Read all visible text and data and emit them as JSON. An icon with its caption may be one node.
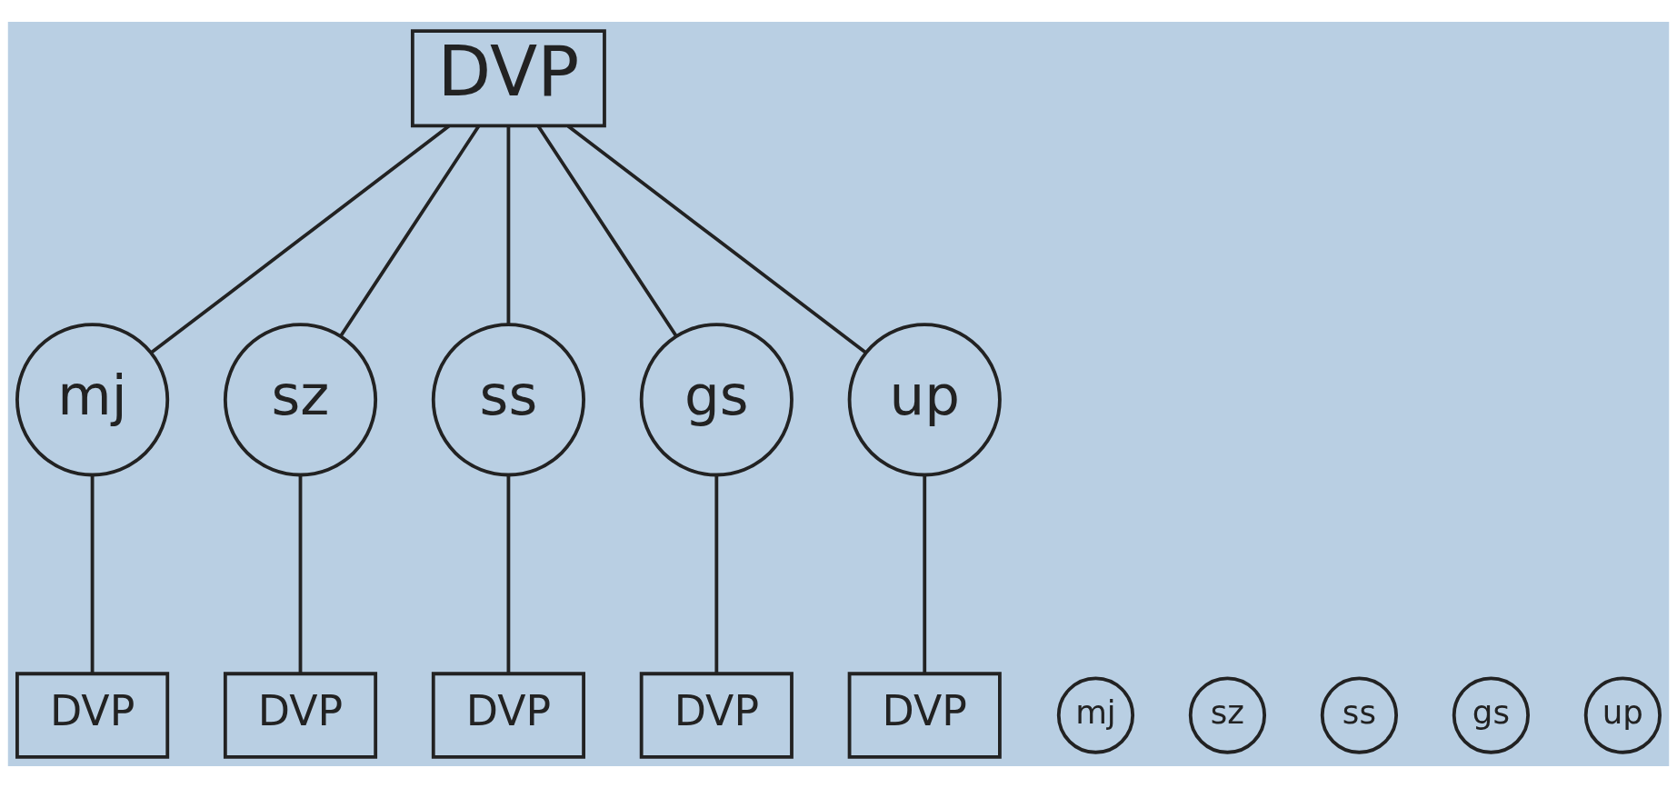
{
  "diagram": {
    "nodes": [
      {
        "text": [
          "DVP"
        ]
      },
      {
        "text": [
          "mj"
        ]
      },
      {
        "text": [
          "sz"
        ]
      },
      {
        "text": [
          "ss"
        ]
      },
      {
        "text": [
          "gs"
        ]
      },
      {
        "text": [
          "up"
        ]
      },
      {
        "text": [
          "DVP"
        ]
      },
      {
        "text": [
          "mj"
        ]
      },
      {
        "text": [
          "DVP"
        ]
      },
      {
        "text": [
          "sz"
        ]
      },
      {
        "text": [
          "DVP"
        ]
      },
      {
        "text": [
          "ss"
        ]
      },
      {
        "text": [
          "DVP"
        ]
      },
      {
        "text": [
          "gs"
        ]
      },
      {
        "text": [
          "DVP"
        ]
      },
      {
        "text": [
          "up"
        ]
      }
    ],
    "edges": [
      {
        "from": 0,
        "to": 1,
        "arrow": "none"
      },
      {
        "from": 0,
        "to": 2,
        "arrow": "none"
      },
      {
        "from": 0,
        "to": 3,
        "arrow": "none"
      },
      {
        "from": 0,
        "to": 4,
        "arrow": "none"
      },
      {
        "from": 0,
        "to": 5,
        "arrow": "none"
      },
      {
        "from": 1,
        "to": 6,
        "arrow": "none"
      },
      {
        "from": 2,
        "to": 8,
        "arrow": "none"
      },
      {
        "from": 3,
        "to": 10,
        "arrow": "none"
      },
      {
        "from": 4,
        "to": 12,
        "arrow": "none"
      },
      {
        "from": 5,
        "to": 14,
        "arrow": "none"
      }
    ]
  }
}
